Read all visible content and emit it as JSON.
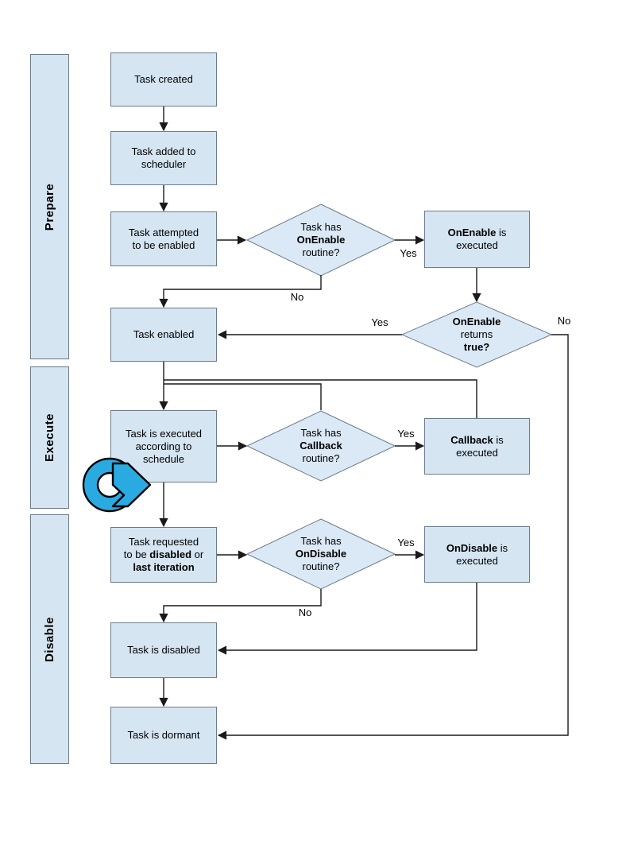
{
  "palette": {
    "node_fill": "#d5e5f2",
    "diamond_fill": "#dbe9f6",
    "node_border": "#6c7b8a",
    "line": "#1a1a1a",
    "loop_icon": "#29abe2",
    "text": "#000000"
  },
  "lanes": {
    "prepare": "Prepare",
    "execute": "Execute",
    "disable": "Disable"
  },
  "nodes": {
    "task_created": {
      "l1": "Task created"
    },
    "task_added": {
      "l1": "Task added to",
      "l2": "scheduler"
    },
    "task_attempted": {
      "l1": "Task attempted",
      "l2": "to be enabled"
    },
    "onenable_exec": {
      "l1_b": "OnEnable",
      "l1_rest": " is",
      "l2": "executed"
    },
    "task_enabled": {
      "l1": "Task enabled"
    },
    "task_executed": {
      "l1": "Task is executed",
      "l2": "according to",
      "l3": "schedule"
    },
    "callback_exec": {
      "l1_b": "Callback",
      "l1_rest": " is",
      "l2": "executed"
    },
    "task_requested": {
      "l1": "Task requested",
      "l2_pre": "to be ",
      "l2_b": "disabled",
      "l2_post": " or",
      "l3_b": "last iteration"
    },
    "ondisable_exec": {
      "l1_b": "OnDisable",
      "l1_rest": " is",
      "l2": "executed"
    },
    "task_disabled": {
      "l1": "Task is disabled"
    },
    "task_dormant": {
      "l1": "Task is dormant"
    }
  },
  "decisions": {
    "has_onenable": {
      "l1": "Task has",
      "l2_b": "OnEnable",
      "l3": "routine?"
    },
    "returns_true": {
      "l1_b": "OnEnable",
      "l2": "returns",
      "l3_b": "true?"
    },
    "has_callback": {
      "l1": "Task has",
      "l2_b": "Callback",
      "l3": "routine?"
    },
    "has_ondisable": {
      "l1": "Task has",
      "l2_b": "OnDisable",
      "l3": "routine?"
    }
  },
  "edge_labels": {
    "d1_yes": "Yes",
    "d1_no": "No",
    "d2_yes": "Yes",
    "d2_no": "No",
    "d3_yes": "Yes",
    "d4_yes": "Yes",
    "d4_no": "No"
  }
}
